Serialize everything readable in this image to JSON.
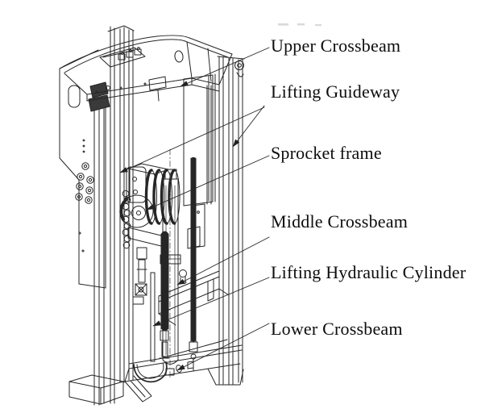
{
  "figure": {
    "labels": [
      {
        "id": "upper-crossbeam",
        "text": "Upper Crossbeam"
      },
      {
        "id": "lifting-guideway",
        "text": "Lifting Guideway"
      },
      {
        "id": "sprocket-frame",
        "text": "Sprocket frame"
      },
      {
        "id": "middle-crossbeam",
        "text": "Middle Crossbeam"
      },
      {
        "id": "lifting-hydraulic-cylinder",
        "text": "Lifting Hydraulic Cylinder"
      },
      {
        "id": "lower-crossbeam",
        "text": "Lower Crossbeam"
      }
    ],
    "colors": {
      "line": "#262626",
      "dark_fill": "#3a3a3a",
      "background": "#ffffff",
      "text": "#0d0d0d"
    }
  }
}
